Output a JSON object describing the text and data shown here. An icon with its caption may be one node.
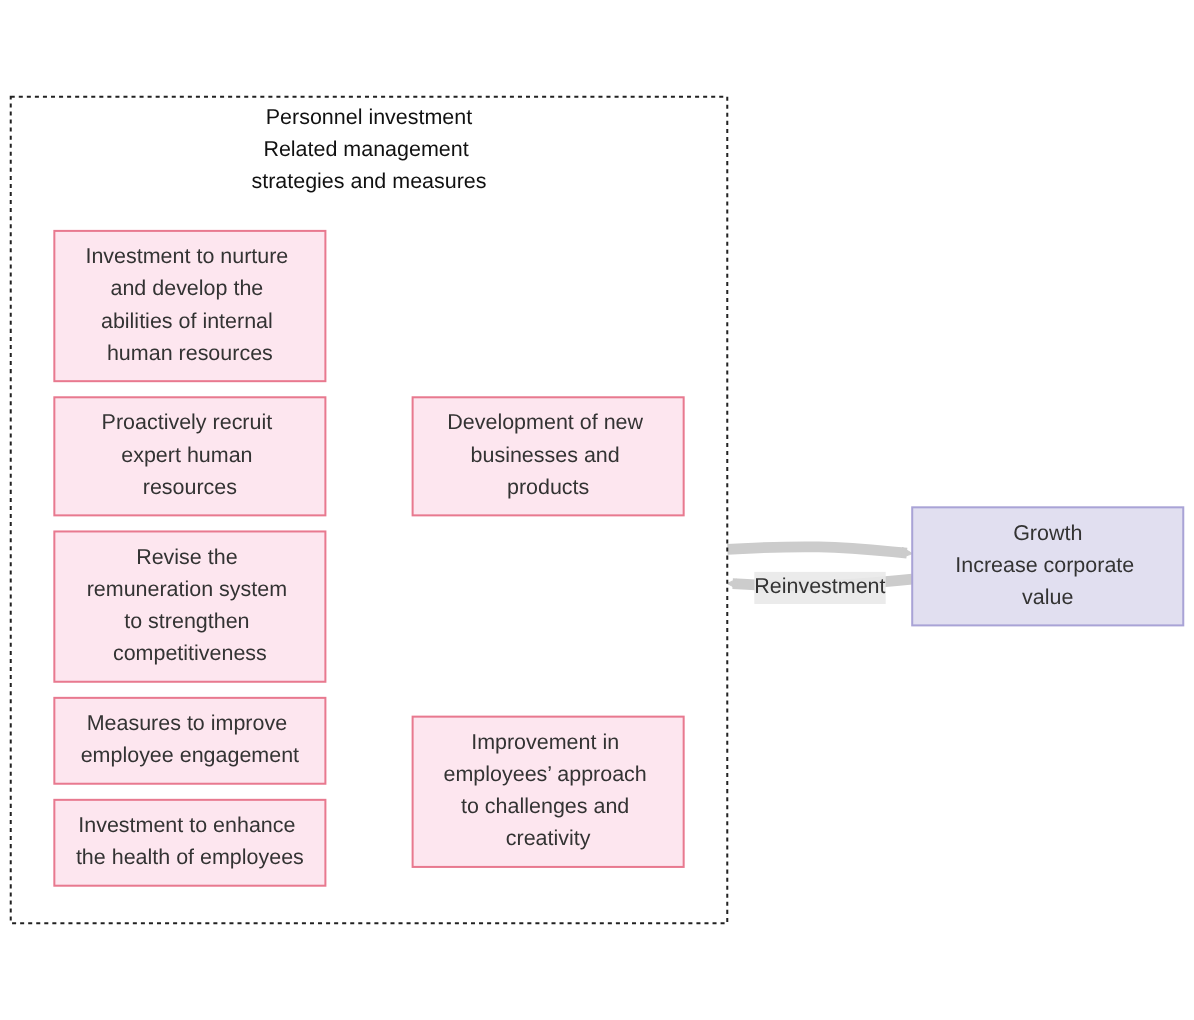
{
  "diagram": {
    "nodes": [
      {
        "text": [
          "Personnel investment",
          "Related management strategies and measures"
        ]
      },
      {
        "text": [
          "Investment to nurture and develop the abilities of internal human resources"
        ],
        "in": 0
      },
      {
        "text": [
          "Proactively recruit expert human resources"
        ],
        "in": 0
      },
      {
        "text": [
          "Revise the remuneration system to strengthen competitiveness"
        ],
        "in": 0
      },
      {
        "text": [
          "Measures to improve employee engagement"
        ],
        "in": 0
      },
      {
        "text": [
          "Investment to enhance the health of employees"
        ],
        "in": 0
      },
      {
        "text": [
          "Development of new businesses and products"
        ],
        "in": 0
      },
      {
        "text": [
          "Improvement in employees’ approach to challenges and creativity"
        ],
        "in": 0
      },
      {
        "text": [
          "Growth",
          "Increase corporate value"
        ]
      }
    ],
    "edges": [
      {
        "from": 0,
        "to": 8,
        "arrow": "to"
      },
      {
        "from": 8,
        "to": 0,
        "arrow": "to",
        "label": "Reinvestment"
      }
    ]
  }
}
